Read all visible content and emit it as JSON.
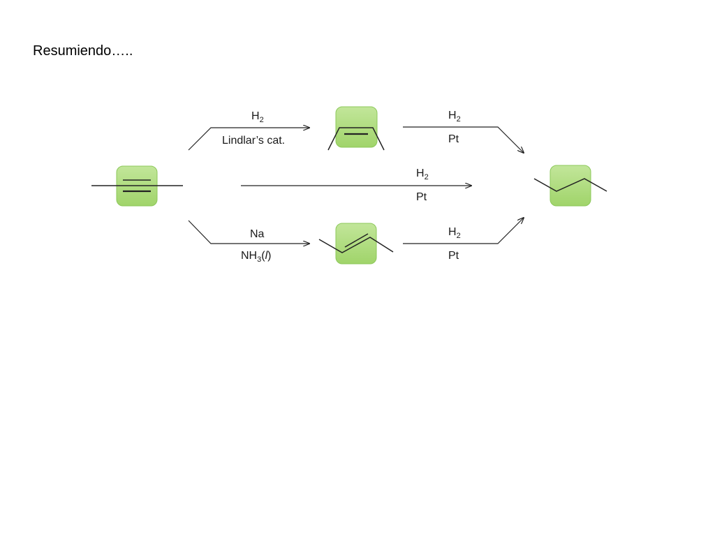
{
  "slide": {
    "title": "Resumiendo….."
  },
  "colors": {
    "highlight_fill": "#a3d66e",
    "highlight_stroke": "#8cc85a",
    "line": "#222222"
  },
  "reactions": {
    "lindlar": {
      "reagent": "H",
      "reagent_sub": "2",
      "catalyst": "Lindlar’s cat."
    },
    "cis_hydrogenation": {
      "reagent": "H",
      "reagent_sub": "2",
      "catalyst": "Pt"
    },
    "direct_hydrogenation": {
      "reagent": "H",
      "reagent_sub": "2",
      "catalyst": "Pt"
    },
    "dissolving_metal": {
      "reagent": "Na",
      "solvent_main": "NH",
      "solvent_sub": "3",
      "solvent_paren_open": "(",
      "solvent_phase": "l",
      "solvent_paren_close": ")"
    },
    "trans_hydrogenation": {
      "reagent": "H",
      "reagent_sub": "2",
      "catalyst": "Pt"
    }
  },
  "molecules": {
    "alkyne": "icon: alkyne-skeletal",
    "cis_alkene": "icon: cis-alkene-skeletal",
    "trans_alkene": "icon: trans-alkene-skeletal",
    "alkane": "icon: alkane-skeletal"
  }
}
